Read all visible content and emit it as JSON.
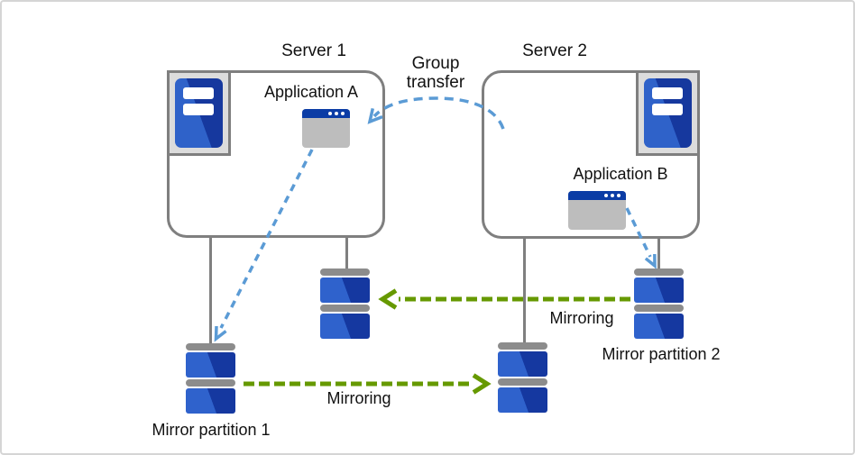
{
  "servers": [
    {
      "name": "Server 1",
      "application": "Application A"
    },
    {
      "name": "Server 2",
      "application": "Application B"
    }
  ],
  "labels": {
    "group_transfer": "Group transfer",
    "mirroring_top": "Mirroring",
    "mirroring_bottom": "Mirroring",
    "mirror_partition_1": "Mirror partition 1",
    "mirror_partition_2": "Mirror partition 2"
  },
  "colors": {
    "box_border": "#7f7f7f",
    "server_blue_light": "#2f62c9",
    "server_blue_dark": "#16389e",
    "disk_blue_light": "#2f62cc",
    "disk_blue_dark": "#1538a0",
    "disk_gray": "#8c8c8c",
    "window_titlebar": "#0b3ca5",
    "window_body": "#bdbdbd",
    "arrow_blue": "#5b9bd5",
    "arrow_green": "#669900",
    "connector_gray": "#7f7f7f"
  }
}
